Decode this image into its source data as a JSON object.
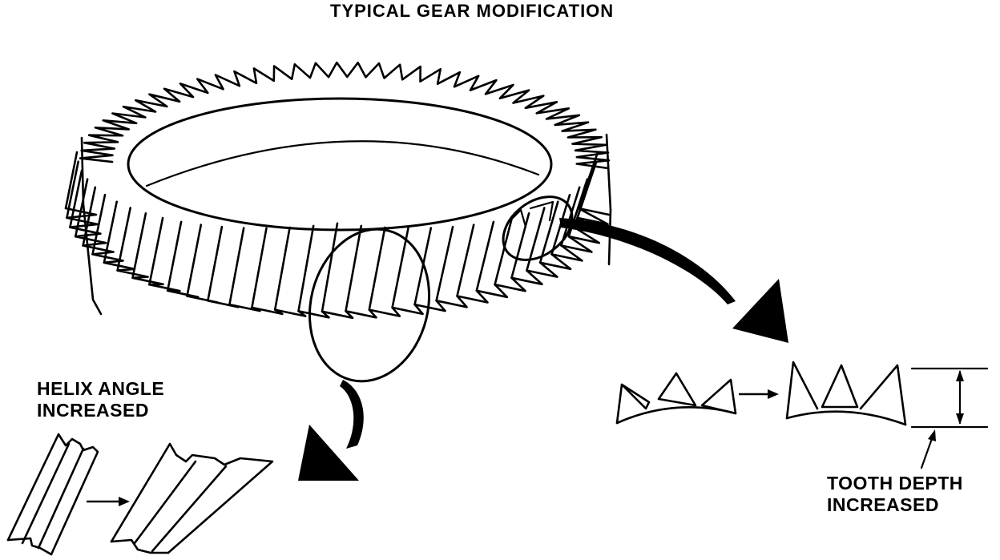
{
  "title": "TYPICAL GEAR MODIFICATION",
  "helix_label": {
    "line1": "HELIX ANGLE",
    "line2": "INCREASED"
  },
  "tooth_label": {
    "line1": "TOOTH DEPTH",
    "line2": "INCREASED"
  }
}
